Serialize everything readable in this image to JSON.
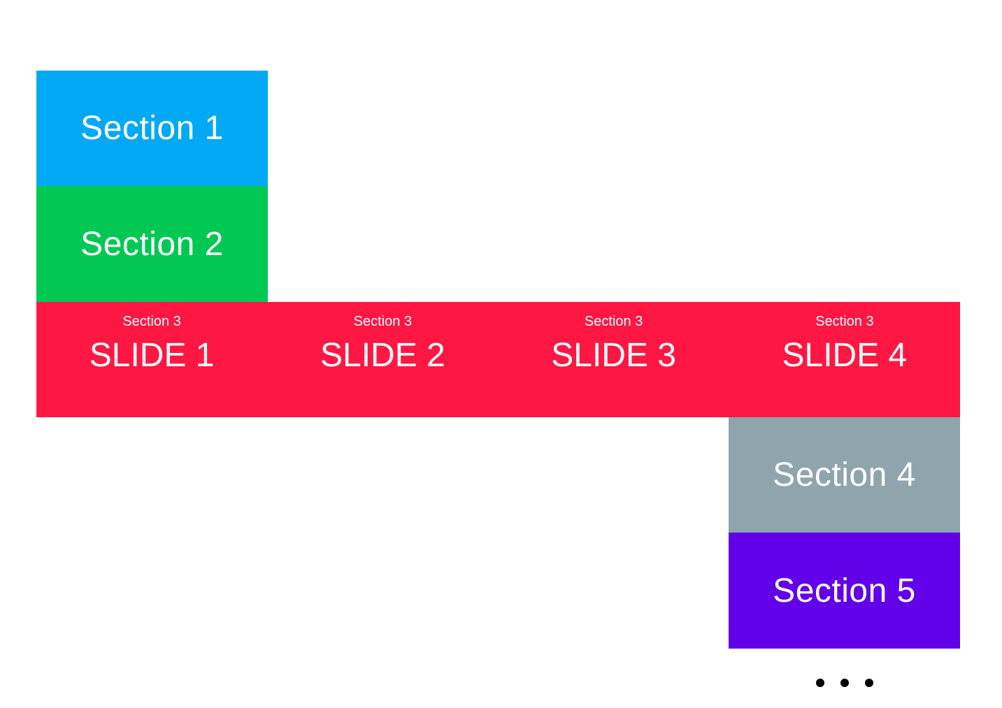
{
  "background": "#FFFFFF",
  "text_color": "#FFFFFF",
  "sections": {
    "s1": {
      "label": "Section 1",
      "color": "#03A9F4"
    },
    "s2": {
      "label": "Section 2",
      "color": "#00C853"
    },
    "s3": {
      "color": "#FF1744",
      "slides": [
        {
          "section_label": "Section 3",
          "title": "SLIDE 1"
        },
        {
          "section_label": "Section 3",
          "title": "SLIDE 2"
        },
        {
          "section_label": "Section 3",
          "title": "SLIDE 3"
        },
        {
          "section_label": "Section 3",
          "title": "SLIDE 4"
        }
      ]
    },
    "s4": {
      "label": "Section 4",
      "color": "#90A4AE"
    },
    "s5": {
      "label": "Section 5",
      "color": "#6200EA"
    }
  },
  "pagination": {
    "dot_count": 3,
    "dot_color": "#000000"
  }
}
